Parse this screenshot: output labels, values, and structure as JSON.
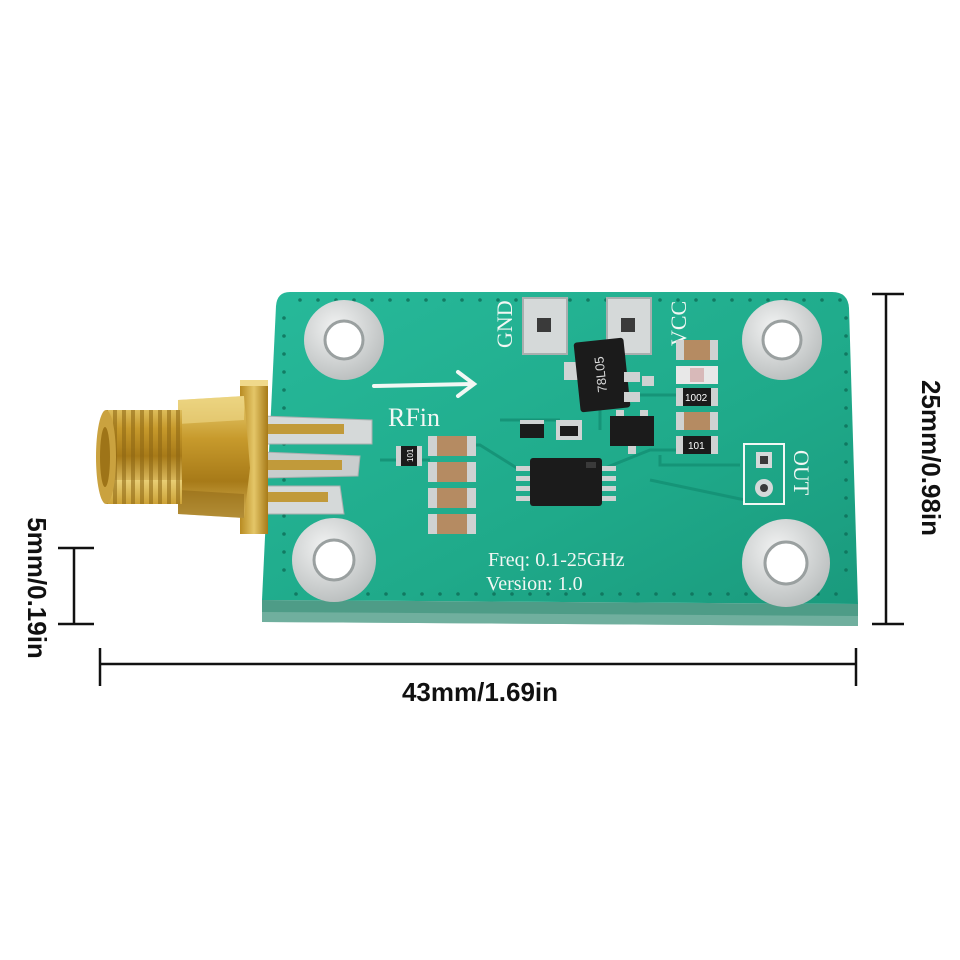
{
  "product": {
    "silkscreen": {
      "gnd": "GND",
      "vcc": "VCC",
      "rfin": "RFin",
      "out": "OUT",
      "freq": "Freq: 0.1-25GHz",
      "version": "Version: 1.0"
    },
    "components": {
      "regulator": "78L05",
      "resistor_1": "1002",
      "resistor_2": "101",
      "resistor_3": "101"
    }
  },
  "dimensions": {
    "length": "43mm/1.69in",
    "width": "25mm/0.98in",
    "thickness": "5mm/0.19in"
  },
  "colors": {
    "pcb": "#1fae8e",
    "pcb_edge": "#3a8f7a",
    "gold": "#c9a33a",
    "silver_pad": "#d9dcdc",
    "ic_black": "#1b1b1b",
    "line": "#111111"
  }
}
